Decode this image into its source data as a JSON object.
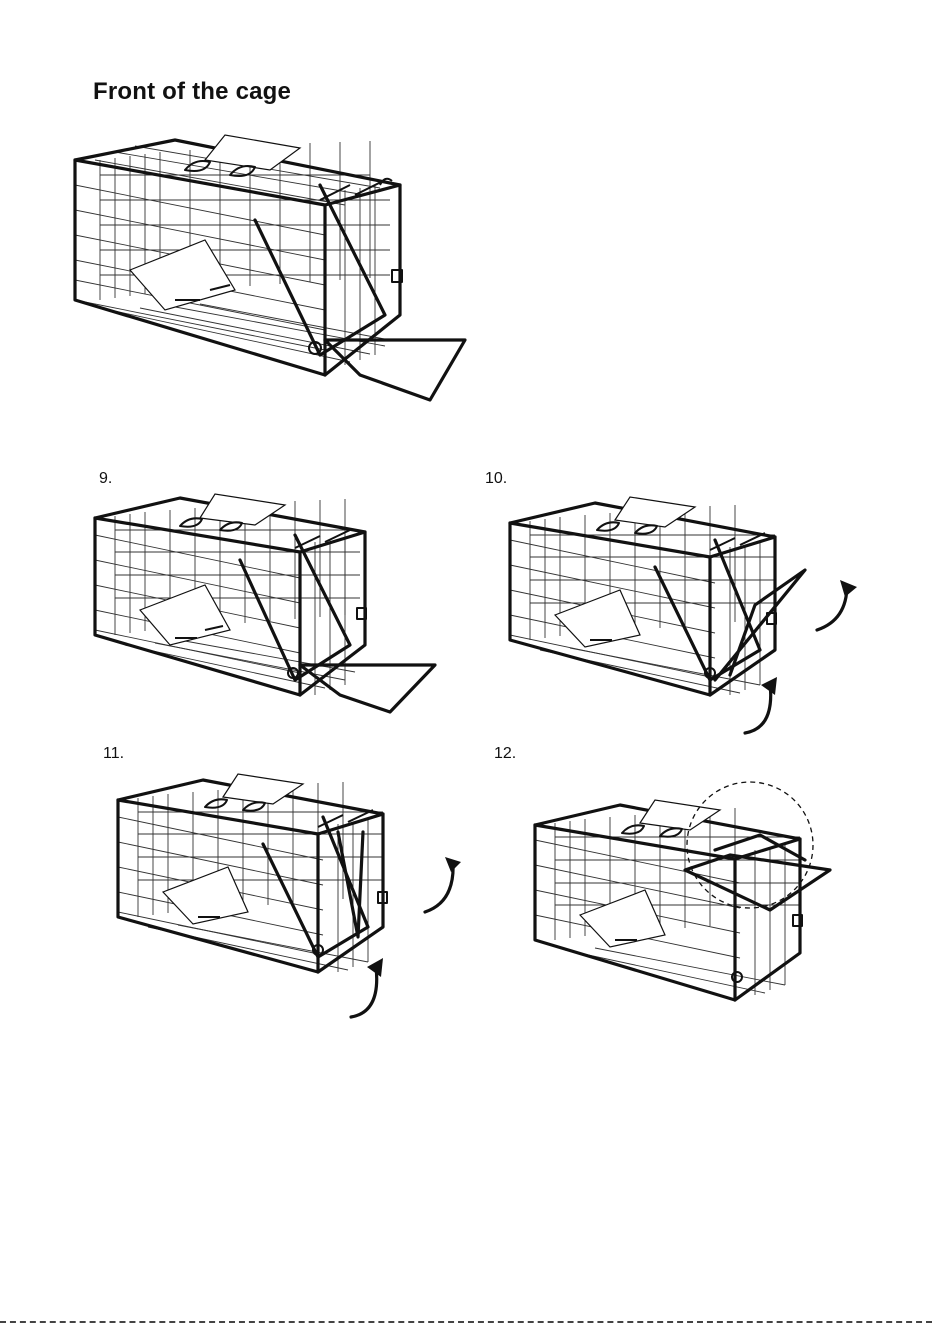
{
  "page": {
    "heading": "Front of the cage",
    "steps": [
      {
        "number": "9."
      },
      {
        "number": "10."
      },
      {
        "number": "11."
      },
      {
        "number": "12."
      }
    ]
  }
}
